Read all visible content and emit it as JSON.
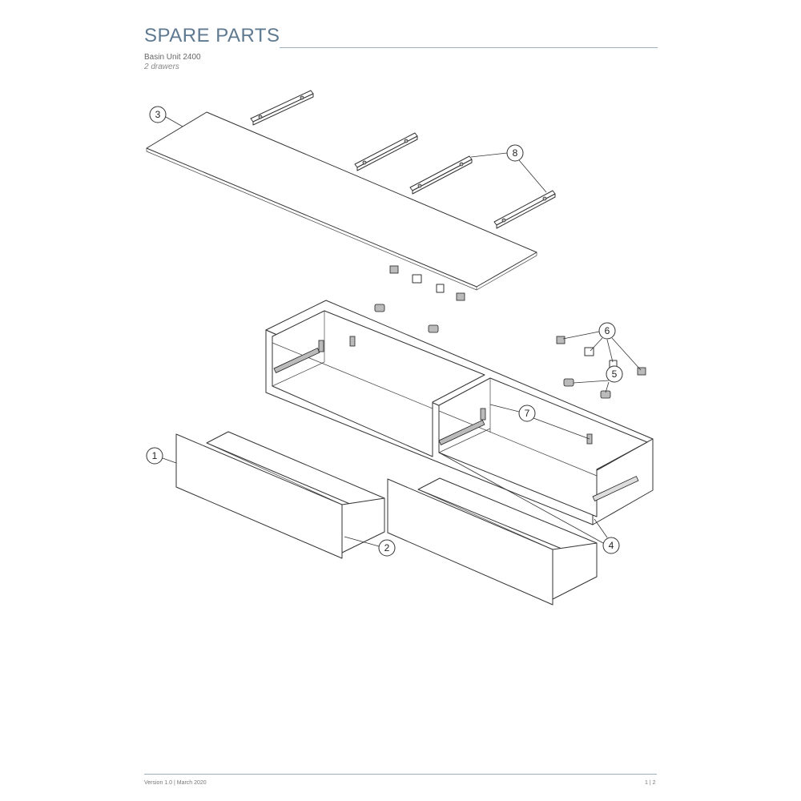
{
  "header": {
    "title": "SPARE PARTS",
    "product": "Basin Unit 2400",
    "variant": "2 drawers"
  },
  "callouts": [
    "1",
    "2",
    "3",
    "4",
    "5",
    "6",
    "7",
    "8"
  ],
  "footer": {
    "version": "Version 1.0  |  March 2020",
    "page": "1 | 2"
  },
  "colors": {
    "title": "#5f7a90",
    "rule": "#9fb0bd"
  }
}
